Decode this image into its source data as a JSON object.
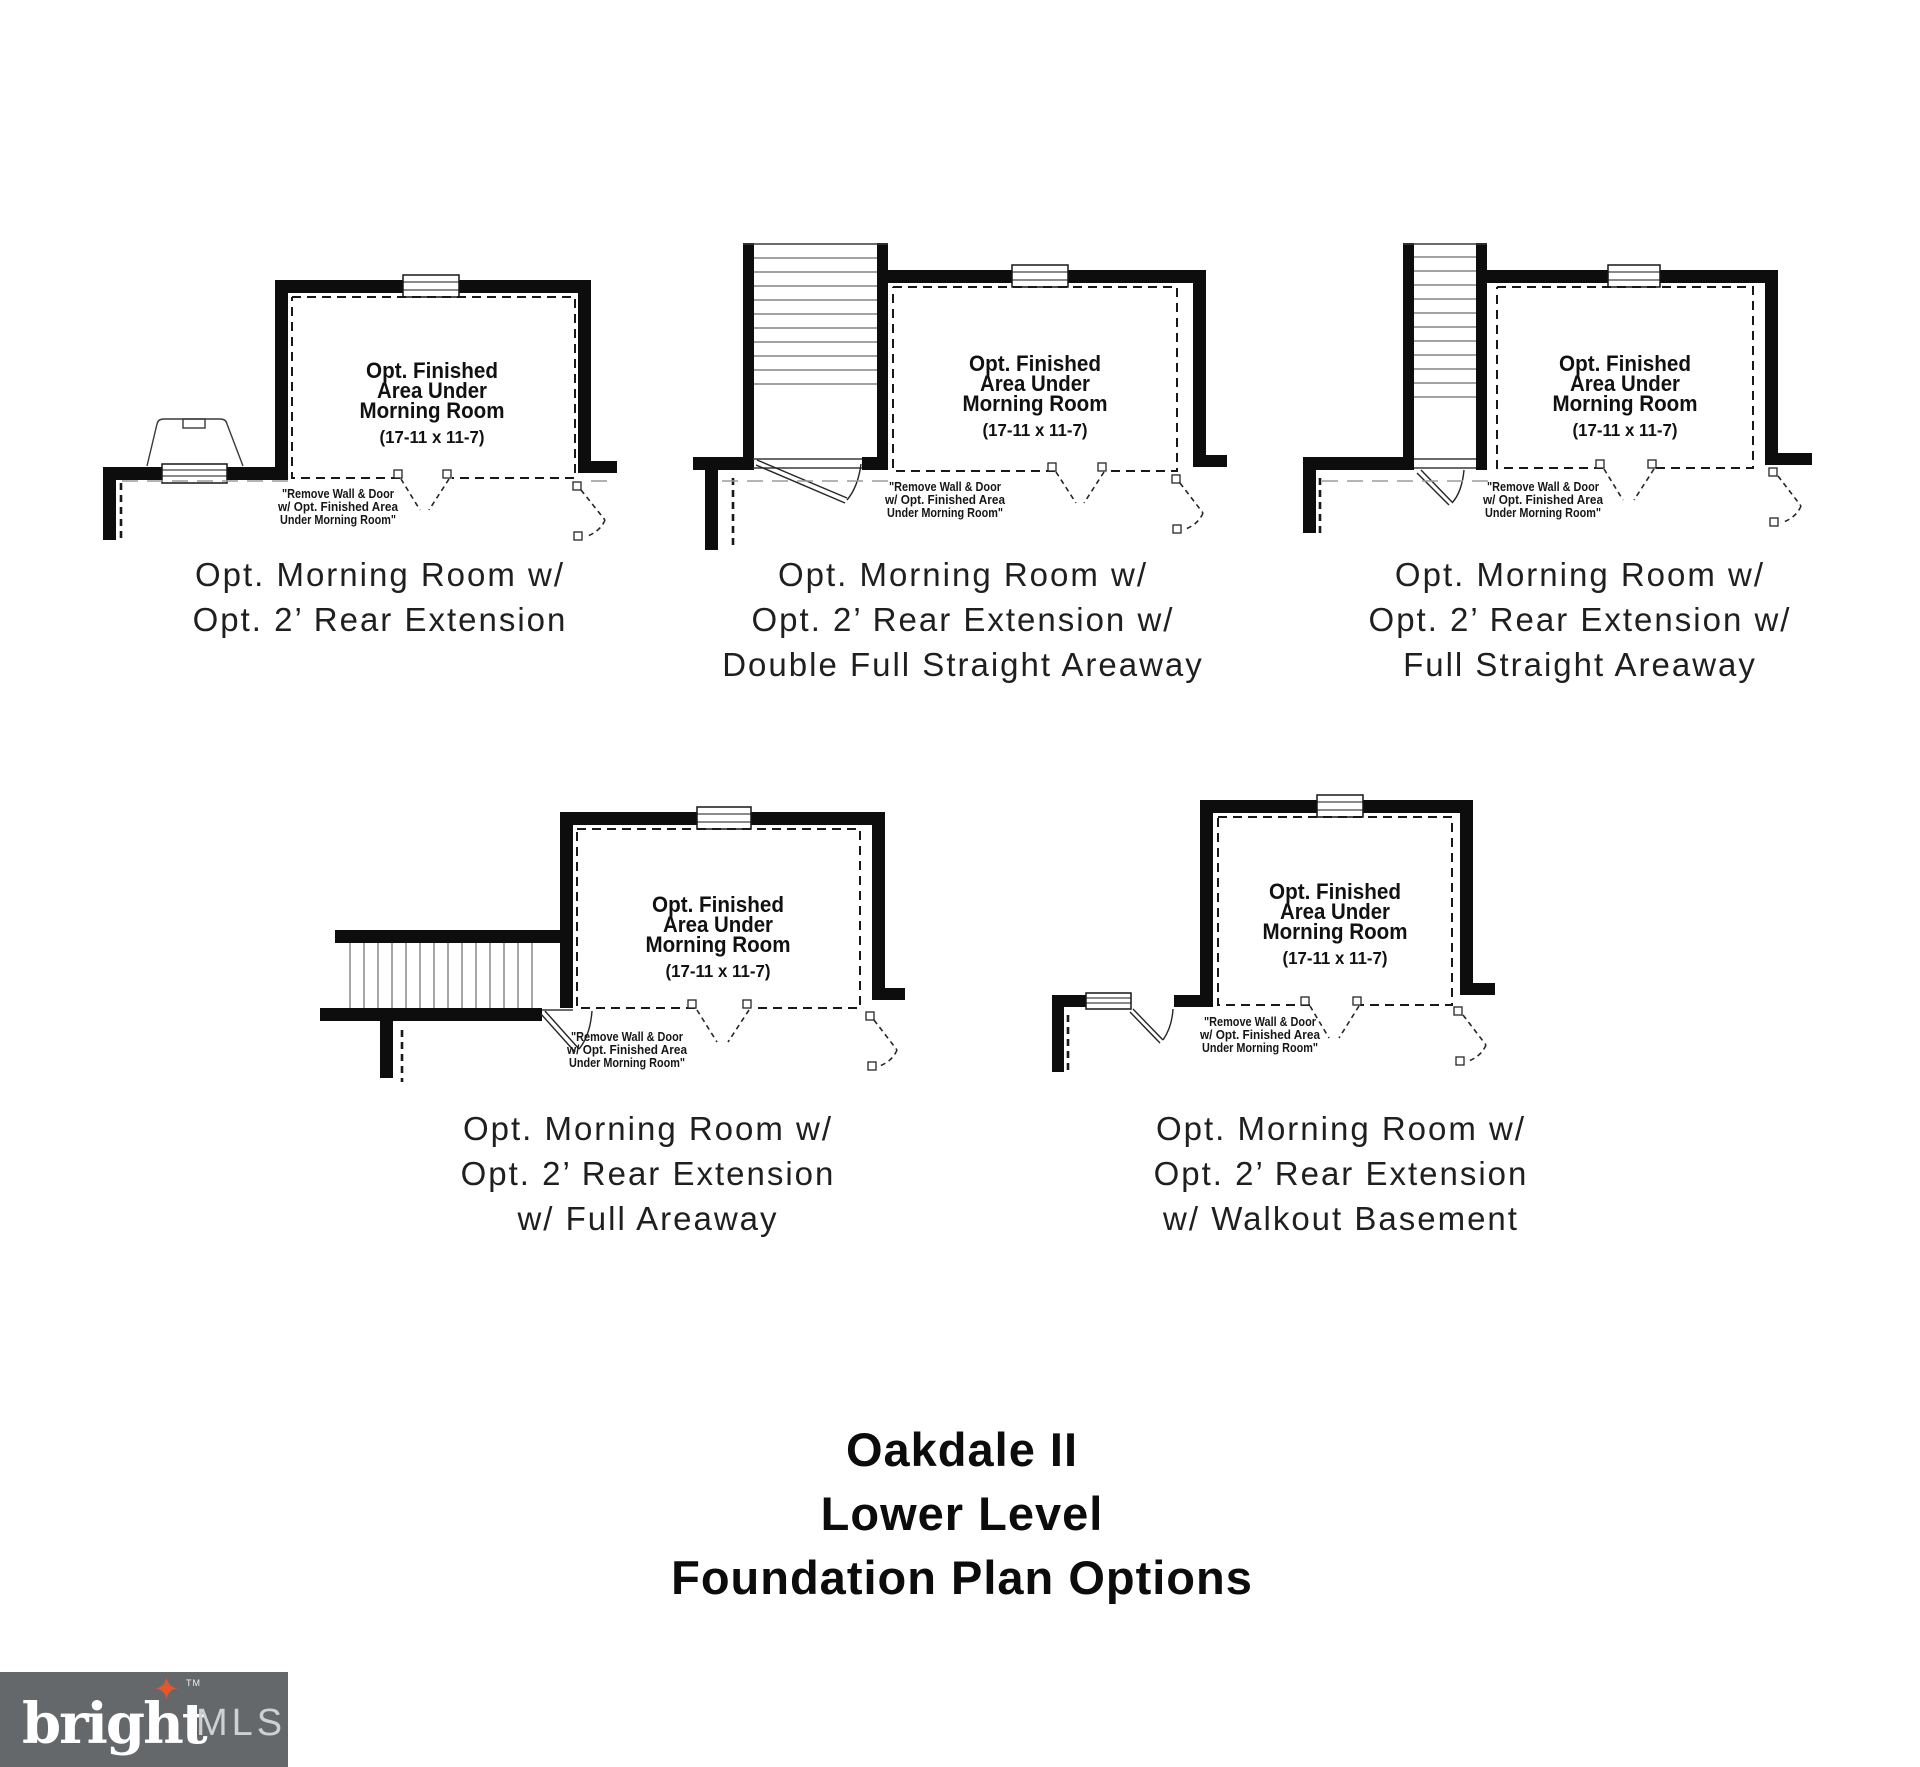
{
  "page": {
    "background": "#ffffff"
  },
  "room_label": {
    "line1": "Opt. Finished",
    "line2": "Area Under",
    "line3": "Morning Room",
    "dims": "(17-11 x 11-7)"
  },
  "note": {
    "line1": "\"Remove Wall & Door",
    "line2": "w/ Opt. Finished Area",
    "line3": "Under Morning Room\""
  },
  "plans": [
    {
      "caption_line1": "Opt. Morning Room w/",
      "caption_line2": "Opt. 2’ Rear Extension",
      "caption_line3": ""
    },
    {
      "caption_line1": "Opt. Morning Room w/",
      "caption_line2": "Opt. 2’ Rear Extension w/",
      "caption_line3": "Double Full Straight Areaway"
    },
    {
      "caption_line1": "Opt. Morning Room w/",
      "caption_line2": "Opt. 2’ Rear Extension w/",
      "caption_line3": "Full Straight Areaway"
    },
    {
      "caption_line1": "Opt. Morning Room w/",
      "caption_line2": "Opt. 2’ Rear Extension",
      "caption_line3": "w/ Full Areaway"
    },
    {
      "caption_line1": "Opt. Morning Room w/",
      "caption_line2": "Opt. 2’ Rear Extension",
      "caption_line3": "w/ Walkout Basement"
    }
  ],
  "title": {
    "line1": "Oakdale II",
    "line2": "Lower Level",
    "line3": "Foundation Plan Options"
  },
  "logo": {
    "brand": "bright",
    "tm": "TM",
    "suffix": "MLS",
    "bar_color": "#65686b",
    "star_color": "#e4562c",
    "text_color": "#ffffff"
  }
}
